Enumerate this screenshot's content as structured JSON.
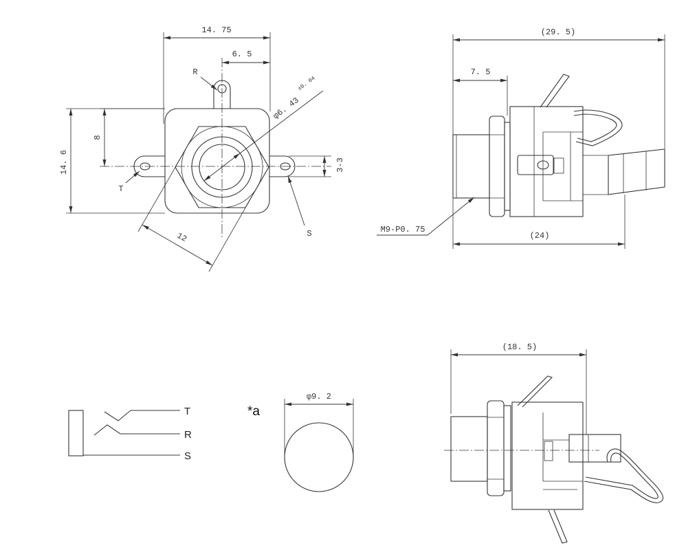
{
  "colors": {
    "line": "#333333",
    "background": "#ffffff"
  },
  "front_view": {
    "dim_width": "14. 75",
    "dim_lug_offset": "6. 5",
    "label_ring": "R",
    "dim_bore_tolerance": "±0. 04",
    "dim_bore": "φ6. 43",
    "dim_lug_height": "8",
    "dim_height": "14. 6",
    "dim_slot": "3-3",
    "label_tip": "T",
    "label_sleeve": "S",
    "dim_across_flats": "12"
  },
  "side_view": {
    "dim_overall": "(29. 5)",
    "dim_thread_length": "7. 5",
    "thread_spec": "M9-P0. 75",
    "dim_body_length": "(24)"
  },
  "schematic": {
    "tip": "T",
    "ring": "R",
    "sleeve": "S"
  },
  "panel_hole": {
    "note": "*a",
    "dim_diameter": "φ9. 2"
  },
  "side_view_alt": {
    "dim_overall": "(18. 5)"
  }
}
